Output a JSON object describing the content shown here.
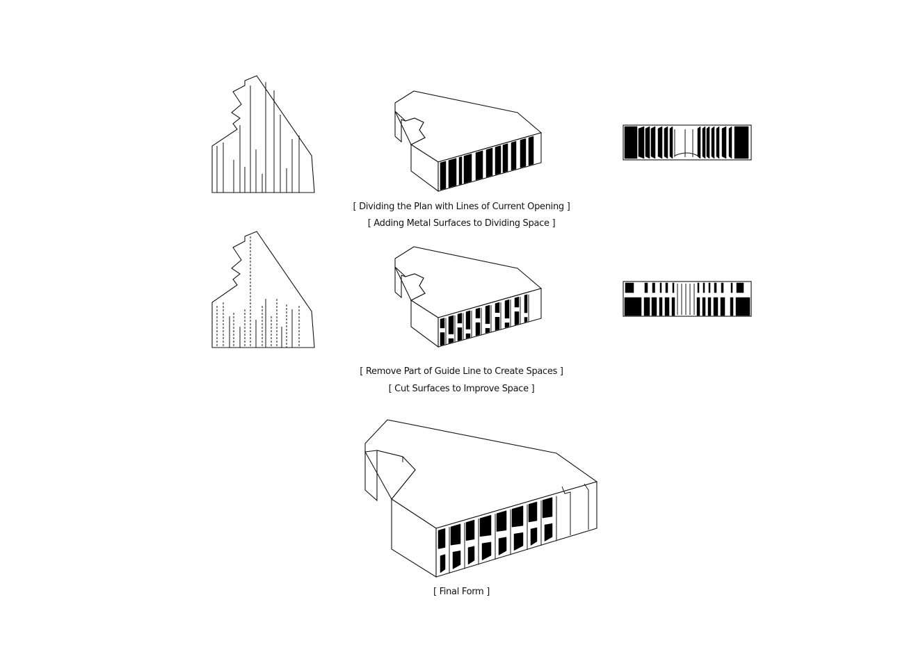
{
  "captions": {
    "step1_a": "[  Dividing the Plan with Lines of Current Opening ]",
    "step1_b": "[  Adding Metal Surfaces to Dividing Space ]",
    "step2_a": "[  Remove Part of Guide Line to Create Spaces ]",
    "step2_b": "[  Cut Surfaces to Improve Space ]",
    "final": "[  Final Form ]"
  },
  "colors": {
    "line": "#111111",
    "fill": "#000000",
    "background": "#ffffff"
  }
}
